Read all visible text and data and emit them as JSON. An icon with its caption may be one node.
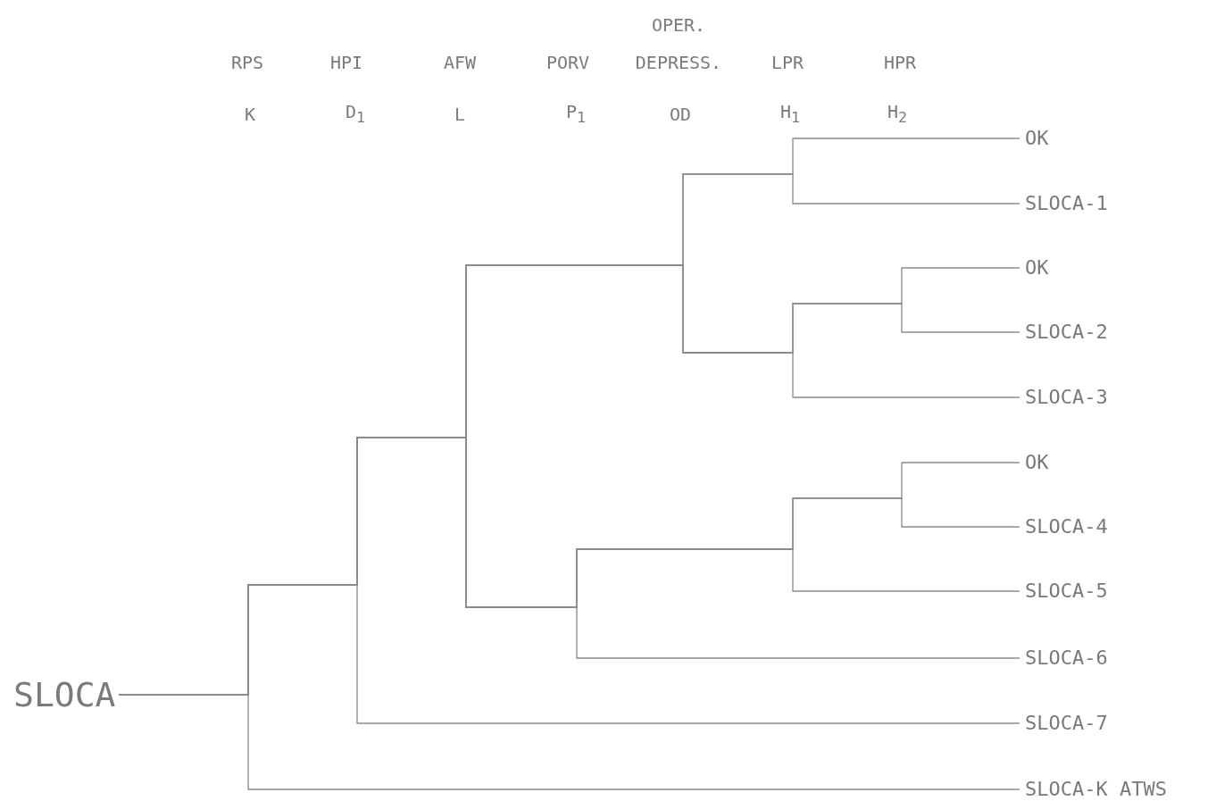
{
  "diagram": {
    "nodes": [
      {
        "text": [
          "SLOCA"
        ]
      },
      {
        "text": [
          "OK"
        ]
      },
      {
        "text": [
          "SLOCA-1"
        ]
      },
      {
        "text": [
          "OK"
        ]
      },
      {
        "text": [
          "SLOCA-2"
        ]
      },
      {
        "text": [
          "SLOCA-3"
        ]
      },
      {
        "text": [
          "OK"
        ]
      },
      {
        "text": [
          "SLOCA-4"
        ]
      },
      {
        "text": [
          "SLOCA-5"
        ]
      },
      {
        "text": [
          "SLOCA-6"
        ]
      },
      {
        "text": [
          "SLOCA-7"
        ]
      },
      {
        "text": [
          "SLOCA-K ATWS"
        ]
      }
    ],
    "edges": [
      {
        "from": 0,
        "to": 1,
        "arrow": "none"
      },
      {
        "from": 0,
        "to": 2,
        "arrow": "none"
      },
      {
        "from": 0,
        "to": 3,
        "arrow": "none"
      },
      {
        "from": 0,
        "to": 4,
        "arrow": "none"
      },
      {
        "from": 0,
        "to": 5,
        "arrow": "none"
      },
      {
        "from": 0,
        "to": 6,
        "arrow": "none"
      },
      {
        "from": 0,
        "to": 7,
        "arrow": "none"
      },
      {
        "from": 0,
        "to": 8,
        "arrow": "none"
      },
      {
        "from": 0,
        "to": 9,
        "arrow": "none"
      },
      {
        "from": 0,
        "to": 10,
        "arrow": "none"
      },
      {
        "from": 0,
        "to": 11,
        "arrow": "none"
      }
    ],
    "labels": [
      "RPS",
      "HPI",
      "AFW",
      "PORV",
      "OPER. DEPRESS.",
      "LPR",
      "HPR",
      "K",
      "D$_{1}$",
      "L",
      "P$_{1}$",
      "OD",
      "H$_{1}$",
      "H$_{2}$"
    ]
  }
}
